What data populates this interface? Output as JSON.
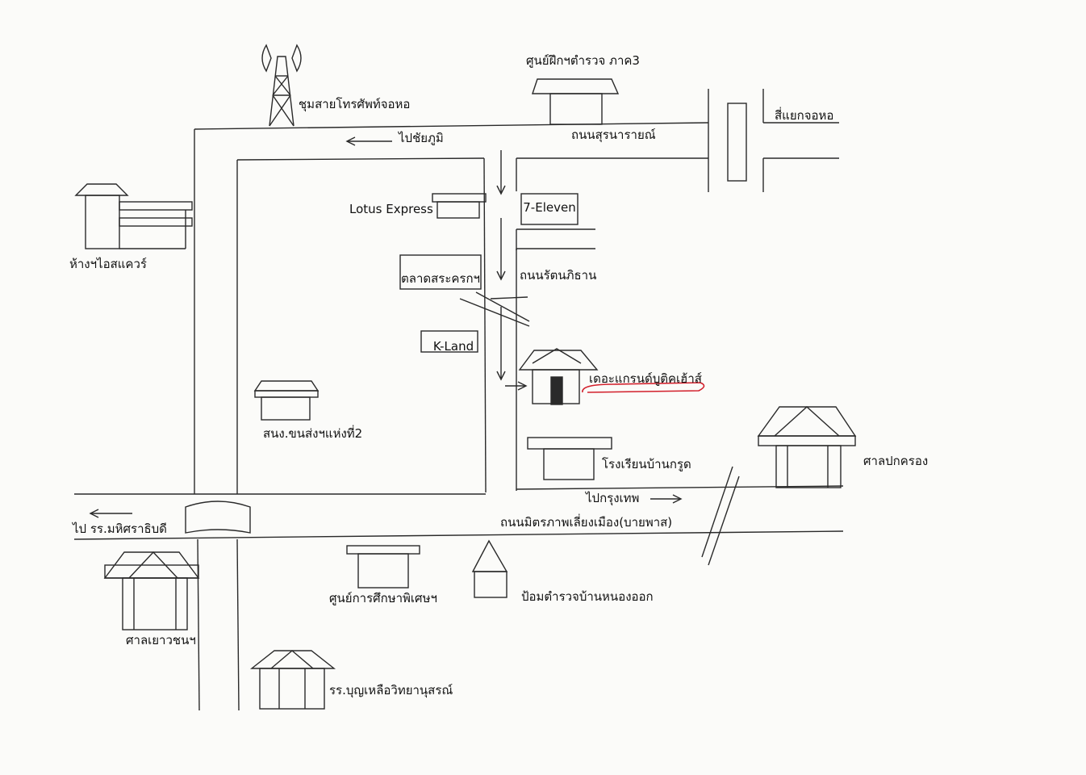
{
  "map": {
    "labels": {
      "telephone_exchange": "ชุมสายโทรศัพท์จอหอ",
      "police_training_center": "ศูนย์ฝึกฯตำรวจ ภาค3",
      "jor_hor_intersection": "สี่แยกจอหอ",
      "to_chaiyaphum": "ไปชัยภูมิ",
      "surenarai_road": "ถนนสุรนารายณ์",
      "lotus_express": "Lotus Express",
      "seven_eleven": "7-Eleven",
      "i_square_mall": "ห้างฯไอสแควร์",
      "sakorn_market": "ตลาดสระครกฯ",
      "rattanathibet_road": "ถนนรัตนภิธาน",
      "k_land": "K-Land",
      "grand_boutique_house": "เดอะแกรนด์บูติคเฮ้าส์",
      "transport_office": "สนง.ขนส่งฯแห่งที่2",
      "ban_krut_school": "โรงเรียนบ้านกรูด",
      "district_shrine": "ศาลปกครอง",
      "to_bangkok": "ไปกรุงเทพ",
      "bypass_road": "ถนนมิตรภาพเลี่ยงเมือง(บายพาส)",
      "to_mahisara_school": "ไป รร.มหิศราธิบดี",
      "special_education_center": "ศูนย์การศึกษาพิเศษฯ",
      "nong_ook_police_box": "ป้อมตำรวจบ้านหนองออก",
      "juvenile_court": "ศาลเยาวชนฯ",
      "boonluea_school": "รร.บุญเหลือวิทยานุสรณ์"
    },
    "colors": {
      "ink": "#2a2a2a",
      "paper": "#fbfbf9",
      "highlight": "#d21f2b"
    }
  }
}
